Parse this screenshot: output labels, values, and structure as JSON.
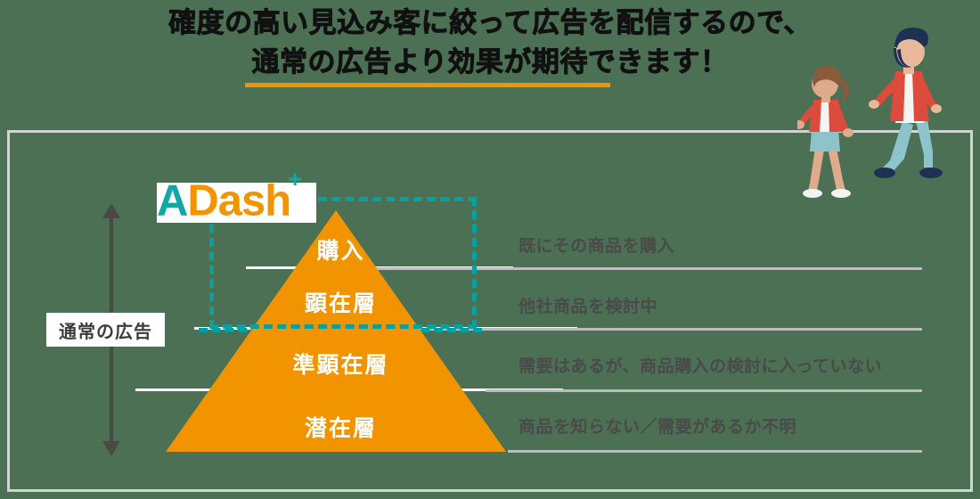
{
  "headline": {
    "line1": "確度の高い見込み客に絞って広告を配信するので、",
    "line2": "通常の広告より効果が期待できます！",
    "underline_color": "#f29400",
    "text_color": "#111111"
  },
  "logo": {
    "part_a": "A",
    "part_dash": "Dash",
    "part_plus": "+",
    "color_a": "#12a6a6",
    "color_dash": "#f29400",
    "color_plus": "#12a6a6"
  },
  "left_axis": {
    "label": "通常の広告",
    "arrow": "double-headed-vertical-arrow",
    "arrow_color": "#4a4a45"
  },
  "highlight_box": {
    "style": "dashed",
    "color": "#0aa0a0",
    "covers": [
      "購入",
      "顕在層"
    ]
  },
  "pyramid": {
    "fill_color": "#f29400",
    "tiers": [
      {
        "label": "購入",
        "description": "既にその商品を購入"
      },
      {
        "label": "顕在層",
        "description": "他社商品を検討中"
      },
      {
        "label": "準顕在層",
        "description": "需要はあるが、商品購入の検討に入っていない"
      },
      {
        "label": "潜在層",
        "description": "商品を知らない／需要があるか不明"
      }
    ]
  },
  "illustration": {
    "figures": [
      {
        "name": "walking-man",
        "jacket": "#dd4b3c",
        "pants": "#8dc4cb",
        "shoes": "#1e3153",
        "hair": "#1e3153"
      },
      {
        "name": "walking-woman",
        "jacket": "#dd4b3c",
        "shorts": "#8dc4cb",
        "shoes": "#f2f2f2",
        "hair": "#8a5a3b"
      }
    ]
  },
  "theme": {
    "background": "#4b7054",
    "frame_border": "#cfd6d1",
    "divider_white": "#ffffff",
    "divider_grey": "#b9bfba",
    "description_text": "#4a4a4a"
  }
}
